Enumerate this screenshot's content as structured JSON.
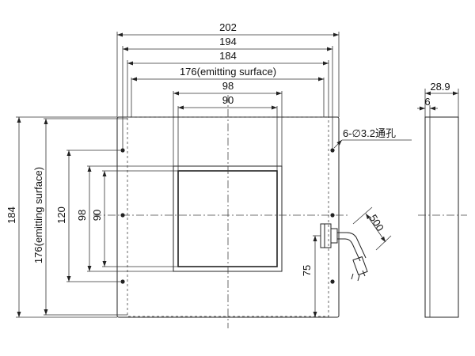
{
  "diagram": {
    "top_dims": {
      "d202": "202",
      "d194": "194",
      "d184": "184",
      "d176": "176(emitting surface)",
      "d98": "98",
      "d90": "90"
    },
    "left_dims": {
      "d184": "184",
      "d176": "176(emitting surface)",
      "d120": "120",
      "d98": "98",
      "d90": "90"
    },
    "holes_label": "6-∅3.2通孔",
    "cable_length": "500",
    "cable_offset": "75",
    "side_view": {
      "thickness": "28.9",
      "lip": "6"
    }
  }
}
